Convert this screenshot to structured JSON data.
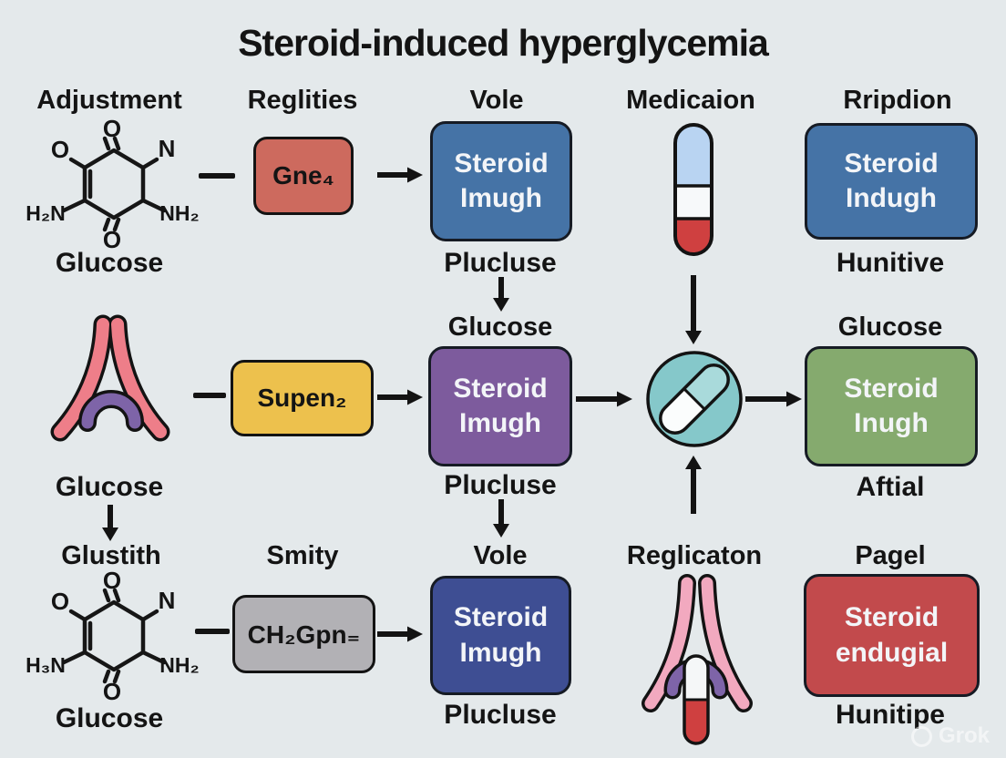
{
  "title": "Steroid-induced hyperglycemia",
  "watermark": "Grok",
  "columns": [
    {
      "label": "Adjustment"
    },
    {
      "label": "Reglities"
    },
    {
      "label": "Vole"
    },
    {
      "label": "Medicaion"
    },
    {
      "label": "Rripdion"
    }
  ],
  "molecule_labels": {
    "o_top": "O",
    "o_bottom": "O",
    "o_left": "O",
    "n_right": "N",
    "amine_left_row1": "H₂N",
    "amine_left_row3": "H₃N",
    "amine_right": "NH₂"
  },
  "row1": {
    "structure_caption": "Glucose",
    "enzyme_label": "Gne₄",
    "center_box": {
      "line1": "Steroid",
      "line2": "Imugh"
    },
    "center_caption": "Plucluse",
    "right_box": {
      "line1": "Steroid",
      "line2": "Indugh"
    },
    "right_caption": "Hunitive"
  },
  "row2": {
    "left_caption": "Glucose",
    "enzyme_label": "Supen₂",
    "center_heading": "Glucose",
    "center_box": {
      "line1": "Steroid",
      "line2": "Imugh"
    },
    "center_caption": "Plucluse",
    "right_heading": "Glucose",
    "right_box": {
      "line1": "Steroid",
      "line2": "Inugh"
    },
    "right_caption": "Aftial"
  },
  "row3": {
    "left_heading": "Glustith",
    "structure_caption": "Glucose",
    "enzyme_heading": "Smity",
    "enzyme_label": "CH₂Gpn₌",
    "center_heading": "Vole",
    "center_box": {
      "line1": "Steroid",
      "line2": "Imugh"
    },
    "center_caption": "Plucluse",
    "pill_heading": "Reglicaton",
    "right_heading": "Pagel",
    "right_box": {
      "line1": "Steroid",
      "line2": "endugial"
    },
    "right_caption": "Hunitipe"
  },
  "colors": {
    "background": "#e4e9eb",
    "box_blue": "#4573a6",
    "box_purple": "#7d5b9d",
    "box_dark_blue": "#3e4e93",
    "box_green": "#85aa6e",
    "box_red": "#c24a4c",
    "enzyme_red": "#cd6a5e",
    "enzyme_yellow": "#edc14d",
    "enzyme_gray": "#b2b1b5",
    "pill_circle_teal": "#85c8ca",
    "capsule_blue": "#b9d4f2",
    "capsule_red": "#cf4040",
    "band_pink": "#ee7e89",
    "band_light_pink": "#f2a9bf",
    "arch_purple": "#7e64a8",
    "line_black": "#131313"
  }
}
